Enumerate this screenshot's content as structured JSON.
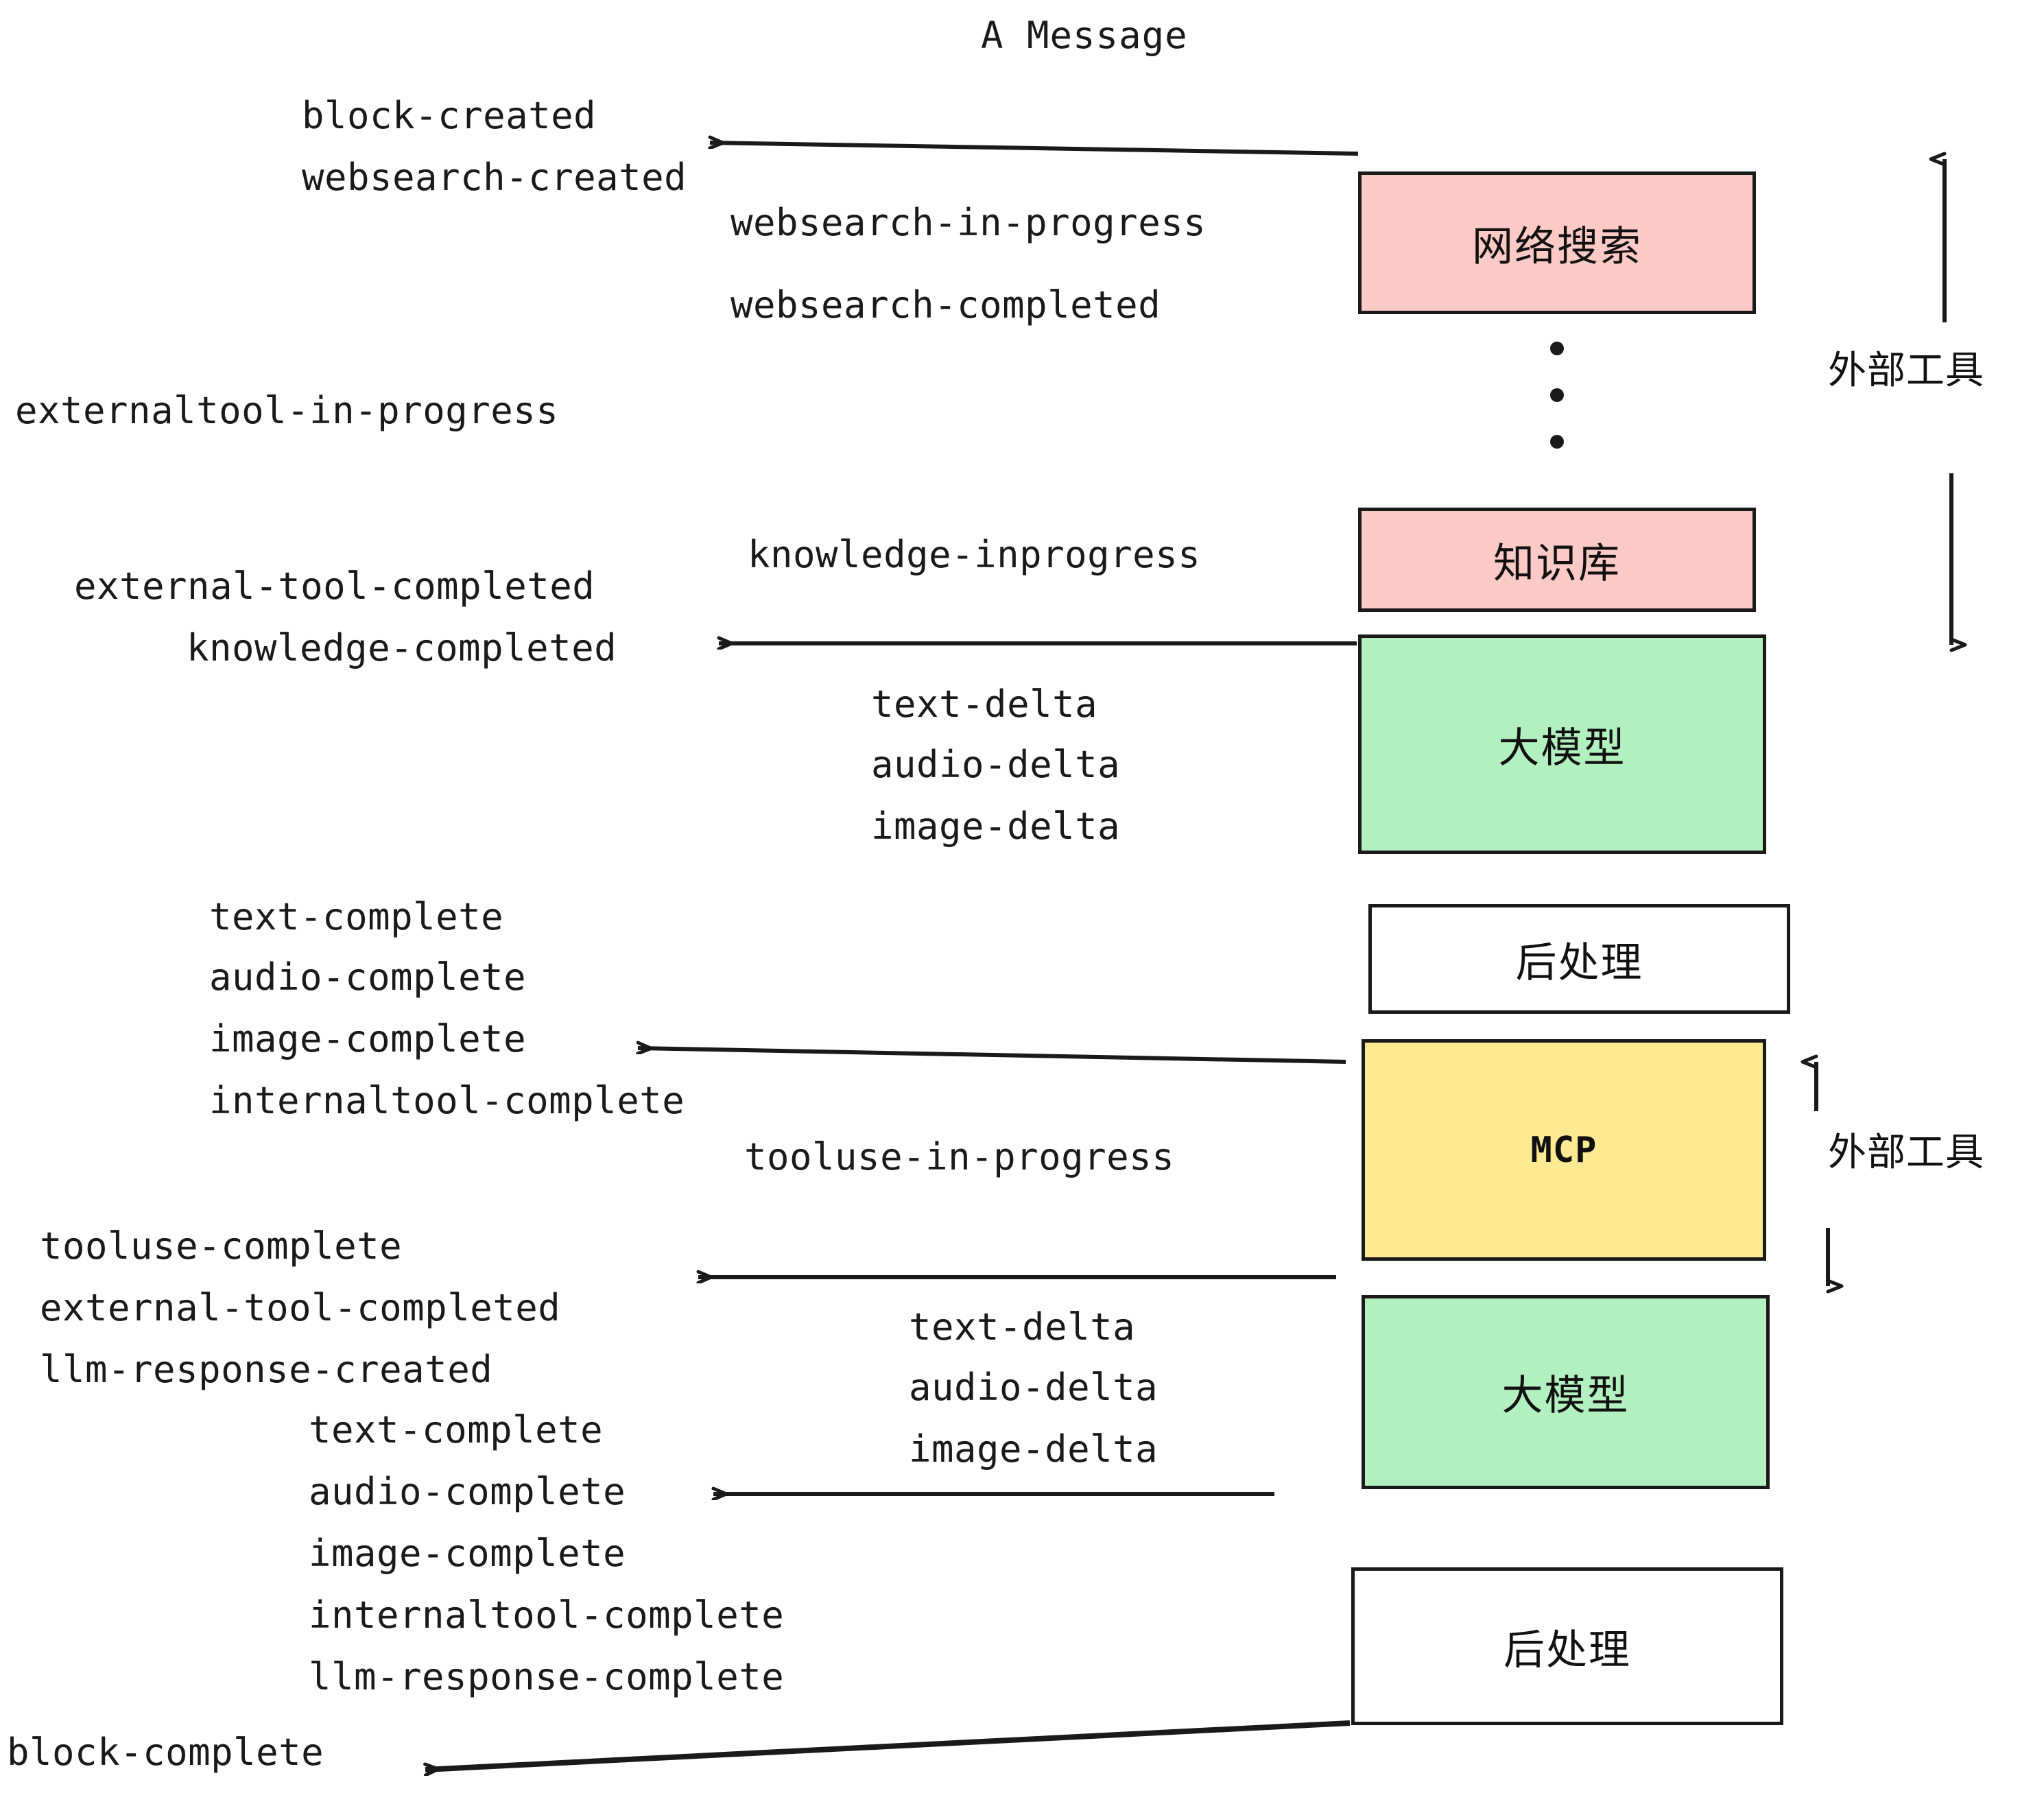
{
  "title": "A Message",
  "colors": {
    "external_tool_fill": "#FBC9C6",
    "llm_fill": "#B2F0C0",
    "mcp_fill": "#FCE991",
    "postprocess_fill": "#FFFFFF",
    "stroke": "#1A1A1A",
    "text": "#1A1A1A",
    "background": "#FFFFFF"
  },
  "nodes": [
    {
      "id": "websearch",
      "label": "网络搜索",
      "fill": "#FBC9C6"
    },
    {
      "id": "knowledge",
      "label": "知识库",
      "fill": "#FBC9C6"
    },
    {
      "id": "llm-1",
      "label": "大模型",
      "fill": "#B2F0C0"
    },
    {
      "id": "postprocess-1",
      "label": "后处理",
      "fill": "#FFFFFF"
    },
    {
      "id": "mcp",
      "label": "MCP",
      "fill": "#FCE991"
    },
    {
      "id": "llm-2",
      "label": "大模型",
      "fill": "#B2F0C0"
    },
    {
      "id": "postprocess-2",
      "label": "后处理",
      "fill": "#FFFFFF"
    }
  ],
  "group_labels": [
    {
      "id": "external-tool-top",
      "label": "外部工具"
    },
    {
      "id": "external-tool-bottom",
      "label": "外部工具"
    }
  ],
  "events": [
    {
      "id": "block-created",
      "label": "block-created"
    },
    {
      "id": "websearch-created",
      "label": "websearch-created"
    },
    {
      "id": "websearch-in-progress",
      "label": "websearch-in-progress"
    },
    {
      "id": "websearch-completed",
      "label": "websearch-completed"
    },
    {
      "id": "externaltool-in-progress",
      "label": "externaltool-in-progress"
    },
    {
      "id": "knowledge-inprogress",
      "label": "knowledge-inprogress"
    },
    {
      "id": "external-tool-completed-1",
      "label": "external-tool-completed"
    },
    {
      "id": "knowledge-completed",
      "label": "knowledge-completed"
    },
    {
      "id": "text-delta-1",
      "label": "text-delta"
    },
    {
      "id": "audio-delta-1",
      "label": "audio-delta"
    },
    {
      "id": "image-delta-1",
      "label": "image-delta"
    },
    {
      "id": "text-complete-1",
      "label": "text-complete"
    },
    {
      "id": "audio-complete-1",
      "label": "audio-complete"
    },
    {
      "id": "image-complete-1",
      "label": "image-complete"
    },
    {
      "id": "internaltool-complete-1",
      "label": "internaltool-complete"
    },
    {
      "id": "tooluse-in-progress",
      "label": "tooluse-in-progress"
    },
    {
      "id": "tooluse-complete",
      "label": "tooluse-complete"
    },
    {
      "id": "external-tool-completed-2",
      "label": "external-tool-completed"
    },
    {
      "id": "llm-response-created",
      "label": "llm-response-created"
    },
    {
      "id": "text-delta-2",
      "label": "text-delta"
    },
    {
      "id": "audio-delta-2",
      "label": "audio-delta"
    },
    {
      "id": "image-delta-2",
      "label": "image-delta"
    },
    {
      "id": "text-complete-2",
      "label": "text-complete"
    },
    {
      "id": "audio-complete-2",
      "label": "audio-complete"
    },
    {
      "id": "image-complete-2",
      "label": "image-complete"
    },
    {
      "id": "internaltool-complete-2",
      "label": "internaltool-complete"
    },
    {
      "id": "llm-response-complete",
      "label": "llm-response-complete"
    },
    {
      "id": "block-complete",
      "label": "block-complete"
    }
  ]
}
